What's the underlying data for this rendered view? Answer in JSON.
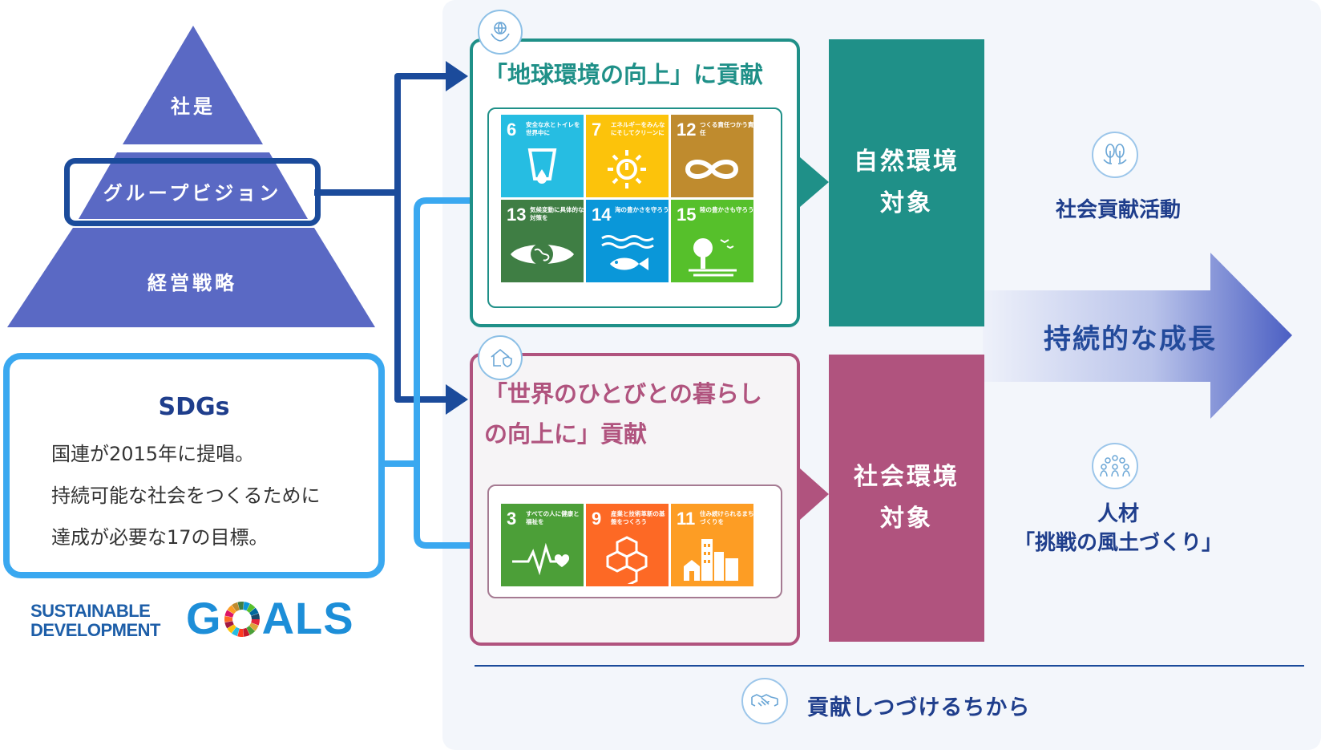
{
  "pyramid": {
    "top_label": "社是",
    "middle_label": "グループビジョン",
    "bottom_label": "経営戦略"
  },
  "sdgs": {
    "title": "SDGs",
    "lines": [
      "国連が2015年に提唱。",
      "持続可能な社会をつくるために",
      "達成が必要な17の目標。"
    ]
  },
  "sdg_logo": {
    "line1": "SUSTAINABLE",
    "line2": "DEVELOPMENT",
    "goals_g": "G",
    "goals_rest": "ALS"
  },
  "earth_box": {
    "title": "「地球環境の向上」に貢献",
    "icon": "globe-hands-icon",
    "goals": [
      {
        "num": "6",
        "text": "安全な水とトイレを世界中に",
        "color": "#26bde2",
        "icon": "water-glass-icon"
      },
      {
        "num": "7",
        "text": "エネルギーをみんなにそしてクリーンに",
        "color": "#fcc30b",
        "icon": "sun-power-icon"
      },
      {
        "num": "12",
        "text": "つくる責任つかう責任",
        "color": "#bf8b2e",
        "icon": "infinity-icon"
      },
      {
        "num": "13",
        "text": "気候変動に具体的な対策を",
        "color": "#3f7e44",
        "icon": "eye-globe-icon"
      },
      {
        "num": "14",
        "text": "海の豊かさを守ろう",
        "color": "#0a97d9",
        "icon": "fish-icon"
      },
      {
        "num": "15",
        "text": "陸の豊かさも守ろう",
        "color": "#56c02b",
        "icon": "tree-icon"
      }
    ]
  },
  "world_box": {
    "title_line1": "「世界のひとびとの暮らし",
    "title_line2": "の向上に」貢献",
    "icon": "house-shield-icon",
    "goals": [
      {
        "num": "3",
        "text": "すべての人に健康と福祉を",
        "color": "#4c9f38",
        "icon": "heartbeat-icon"
      },
      {
        "num": "9",
        "text": "産業と技術革新の基盤をつくろう",
        "color": "#fd6925",
        "icon": "cubes-icon"
      },
      {
        "num": "11",
        "text": "住み続けられるまちづくりを",
        "color": "#fd9d24",
        "icon": "city-icon"
      }
    ]
  },
  "targets": {
    "nature_line1": "自然環境",
    "nature_line2": "対象",
    "society_line1": "社会環境",
    "society_line2": "対象"
  },
  "right": {
    "social_activity": "社会貢献活動",
    "growth": "持続的な成長",
    "talent_line1": "人材",
    "talent_line2": "「挑戦の風土づくり」"
  },
  "bottom": {
    "label": "貢献しつづけるちから"
  },
  "colors": {
    "pyramid": "#5a69c4",
    "navy": "#1b4b9b",
    "sky": "#3aa8f0",
    "teal": "#1f9088",
    "magenta": "#b0537e"
  }
}
